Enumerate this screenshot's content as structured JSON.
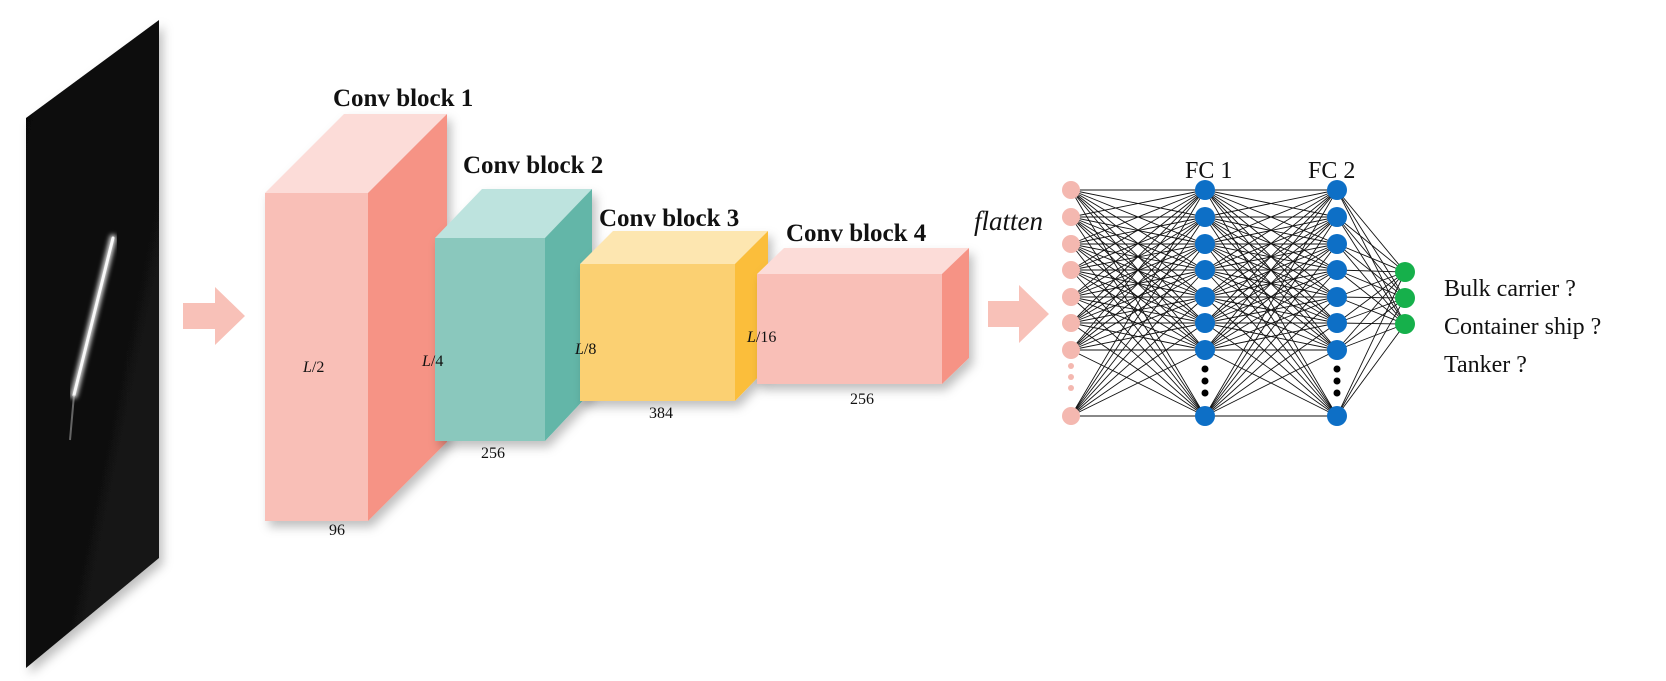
{
  "input": {
    "description_icon": "sar-ship-image"
  },
  "conv_blocks": [
    {
      "title": "Conv block 1",
      "depth_label": "L",
      "depth_suffix": "/2",
      "channels": "96"
    },
    {
      "title": "Conv block 2",
      "depth_label": "L",
      "depth_suffix": "/4",
      "channels": "256"
    },
    {
      "title": "Conv block 3",
      "depth_label": "L",
      "depth_suffix": "/8",
      "channels": "384"
    },
    {
      "title": "Conv block 4",
      "depth_label": "L",
      "depth_suffix": "/16",
      "channels": "256"
    }
  ],
  "flatten_label": "flatten",
  "fc_layers": [
    {
      "label": "FC 1"
    },
    {
      "label": "FC 2"
    }
  ],
  "classes": [
    "Bulk carrier ?",
    "Container ship ?",
    "Tanker ?"
  ],
  "colors": {
    "block1_front": "#f9bfb7",
    "block1_top": "#fcdcd8",
    "block1_side": "#f69385",
    "block2_front": "#8ac8bd",
    "block2_top": "#bde3de",
    "block2_side": "#63b6a8",
    "block3_front": "#fbd072",
    "block3_top": "#fde6b0",
    "block3_side": "#fbbe3b",
    "block4_front": "#f9bfb7",
    "block4_top": "#fcdcd8",
    "block4_side": "#f69385",
    "arrow": "#f8c1b8",
    "flatten_node": "#f4b8b0",
    "fc_node": "#0d6fc6",
    "output_node": "#16b04b",
    "edge": "#111111"
  }
}
